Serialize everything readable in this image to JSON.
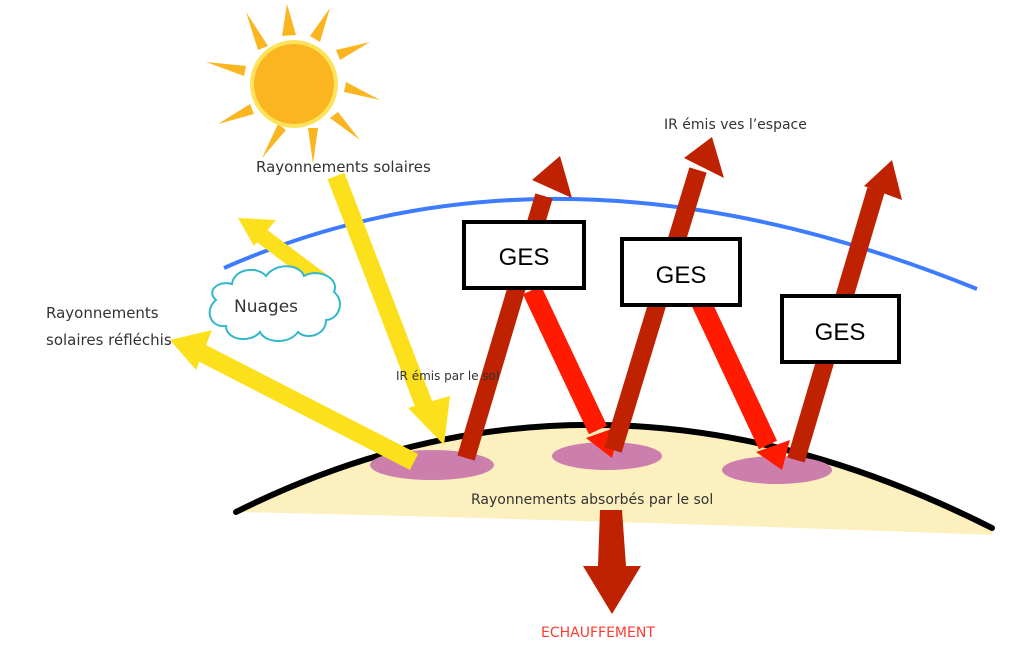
{
  "title": "Effet de serre",
  "labels": {
    "solar": "Rayonnements solaires",
    "reflected_line1": "Rayonnements",
    "reflected_line2": "solaires réfléchis",
    "clouds": "Nuages",
    "ir_ground": "IR émis par le sol",
    "ir_space": "IR émis ves l’espace",
    "absorbed": "Rayonnements absorbés par le sol",
    "warming": "ECHAUFFEMENT"
  },
  "ges_boxes": [
    {
      "label": "GES"
    },
    {
      "label": "GES"
    },
    {
      "label": "GES"
    }
  ],
  "colors": {
    "sun": "#fbb521",
    "sun_glow": "#fde25a",
    "solar_arrow": "#fde01c",
    "ir_up": "#bf2200",
    "ir_down": "#ff1a00",
    "atmosphere": "#3d7bff",
    "ground": "#fdf0bf",
    "absorb_spot": "#cc7fad",
    "cloud_outline": "#35b6cc",
    "warming_text": "#ff3b2f"
  }
}
